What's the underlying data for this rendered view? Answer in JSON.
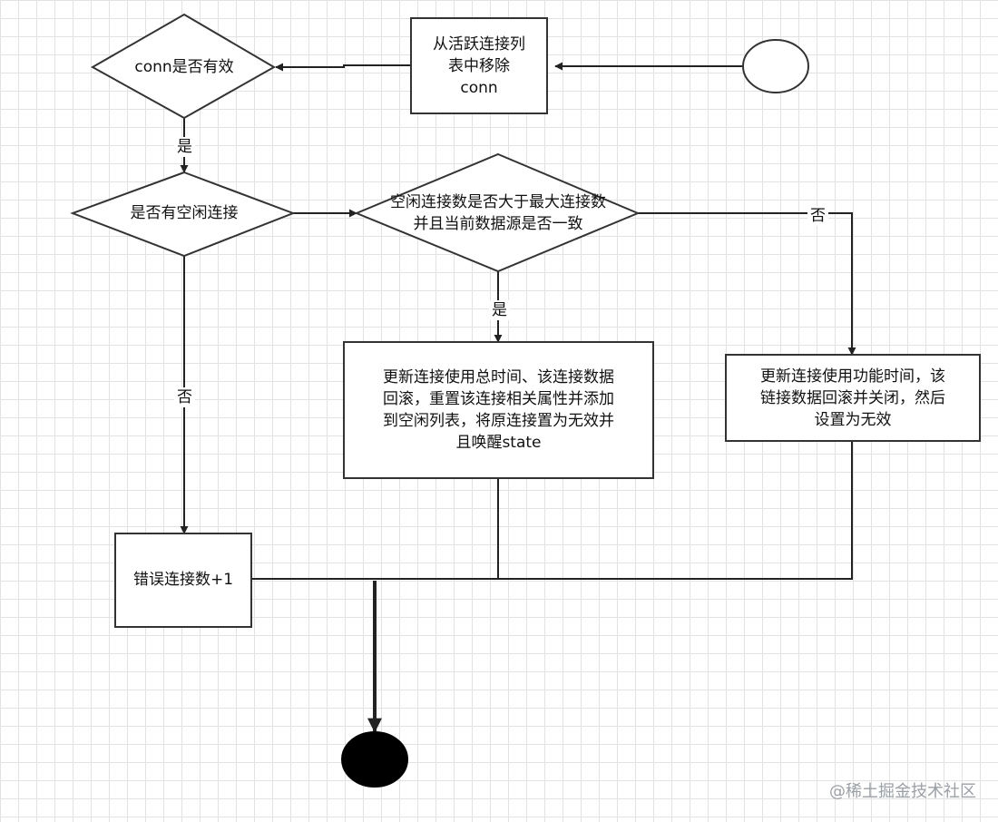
{
  "nodes": {
    "start": "",
    "remove_conn": "从活跃连接列\n表中移除\nconn",
    "conn_valid": "conn是否有效",
    "has_idle": "是否有空闲连接",
    "idle_check": "空闲连接数是否大于最大连接数\n并且当前数据源是否一致",
    "update_rollback_idle": "更新连接使用总时间、该连接数据\n回滚，重置该连接相关属性并添加\n到空闲列表，将原连接置为无效并\n且唤醒state",
    "update_close": "更新连接使用功能时间，该\n链接数据回滚并关闭，然后\n设置为无效",
    "error_count": "错误连接数+1",
    "end": ""
  },
  "edge_labels": {
    "valid_yes": "是",
    "idle_no": "否",
    "check_yes": "是",
    "check_no": "否"
  },
  "watermark": "@稀土掘金技术社区",
  "colors": {
    "stroke": "#222222",
    "fill": "#ffffff",
    "terminal": "#000000"
  }
}
